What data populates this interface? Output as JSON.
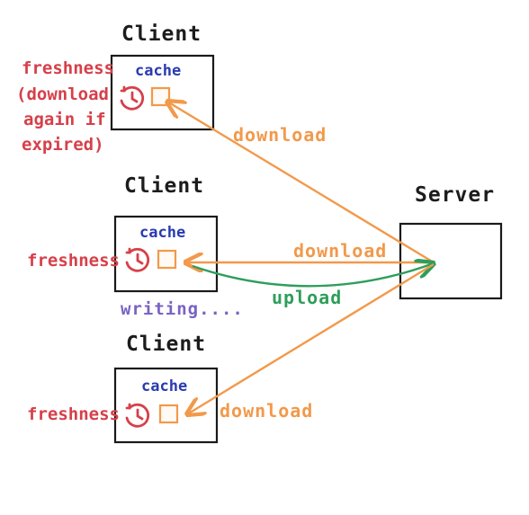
{
  "clients": [
    {
      "title": "Client",
      "cache_label": "cache",
      "freshness_lines": [
        "freshness",
        "(download",
        "again if",
        "expired)"
      ]
    },
    {
      "title": "Client",
      "cache_label": "cache",
      "freshness_lines": [
        "freshness"
      ],
      "status": "writing...."
    },
    {
      "title": "Client",
      "cache_label": "cache",
      "freshness_lines": [
        "freshness"
      ]
    }
  ],
  "server": {
    "title": "Server"
  },
  "arrows": {
    "client1_download": "download",
    "client2_download": "download",
    "client2_upload": "upload",
    "client3_download": "download"
  },
  "colors": {
    "download": "#f2994a",
    "upload": "#2e9e5b",
    "freshness": "#d6404a",
    "cache": "#2a3bb0",
    "writing": "#7a62c4"
  },
  "icons": [
    "clock-refresh-icon",
    "cache-square-icon"
  ]
}
